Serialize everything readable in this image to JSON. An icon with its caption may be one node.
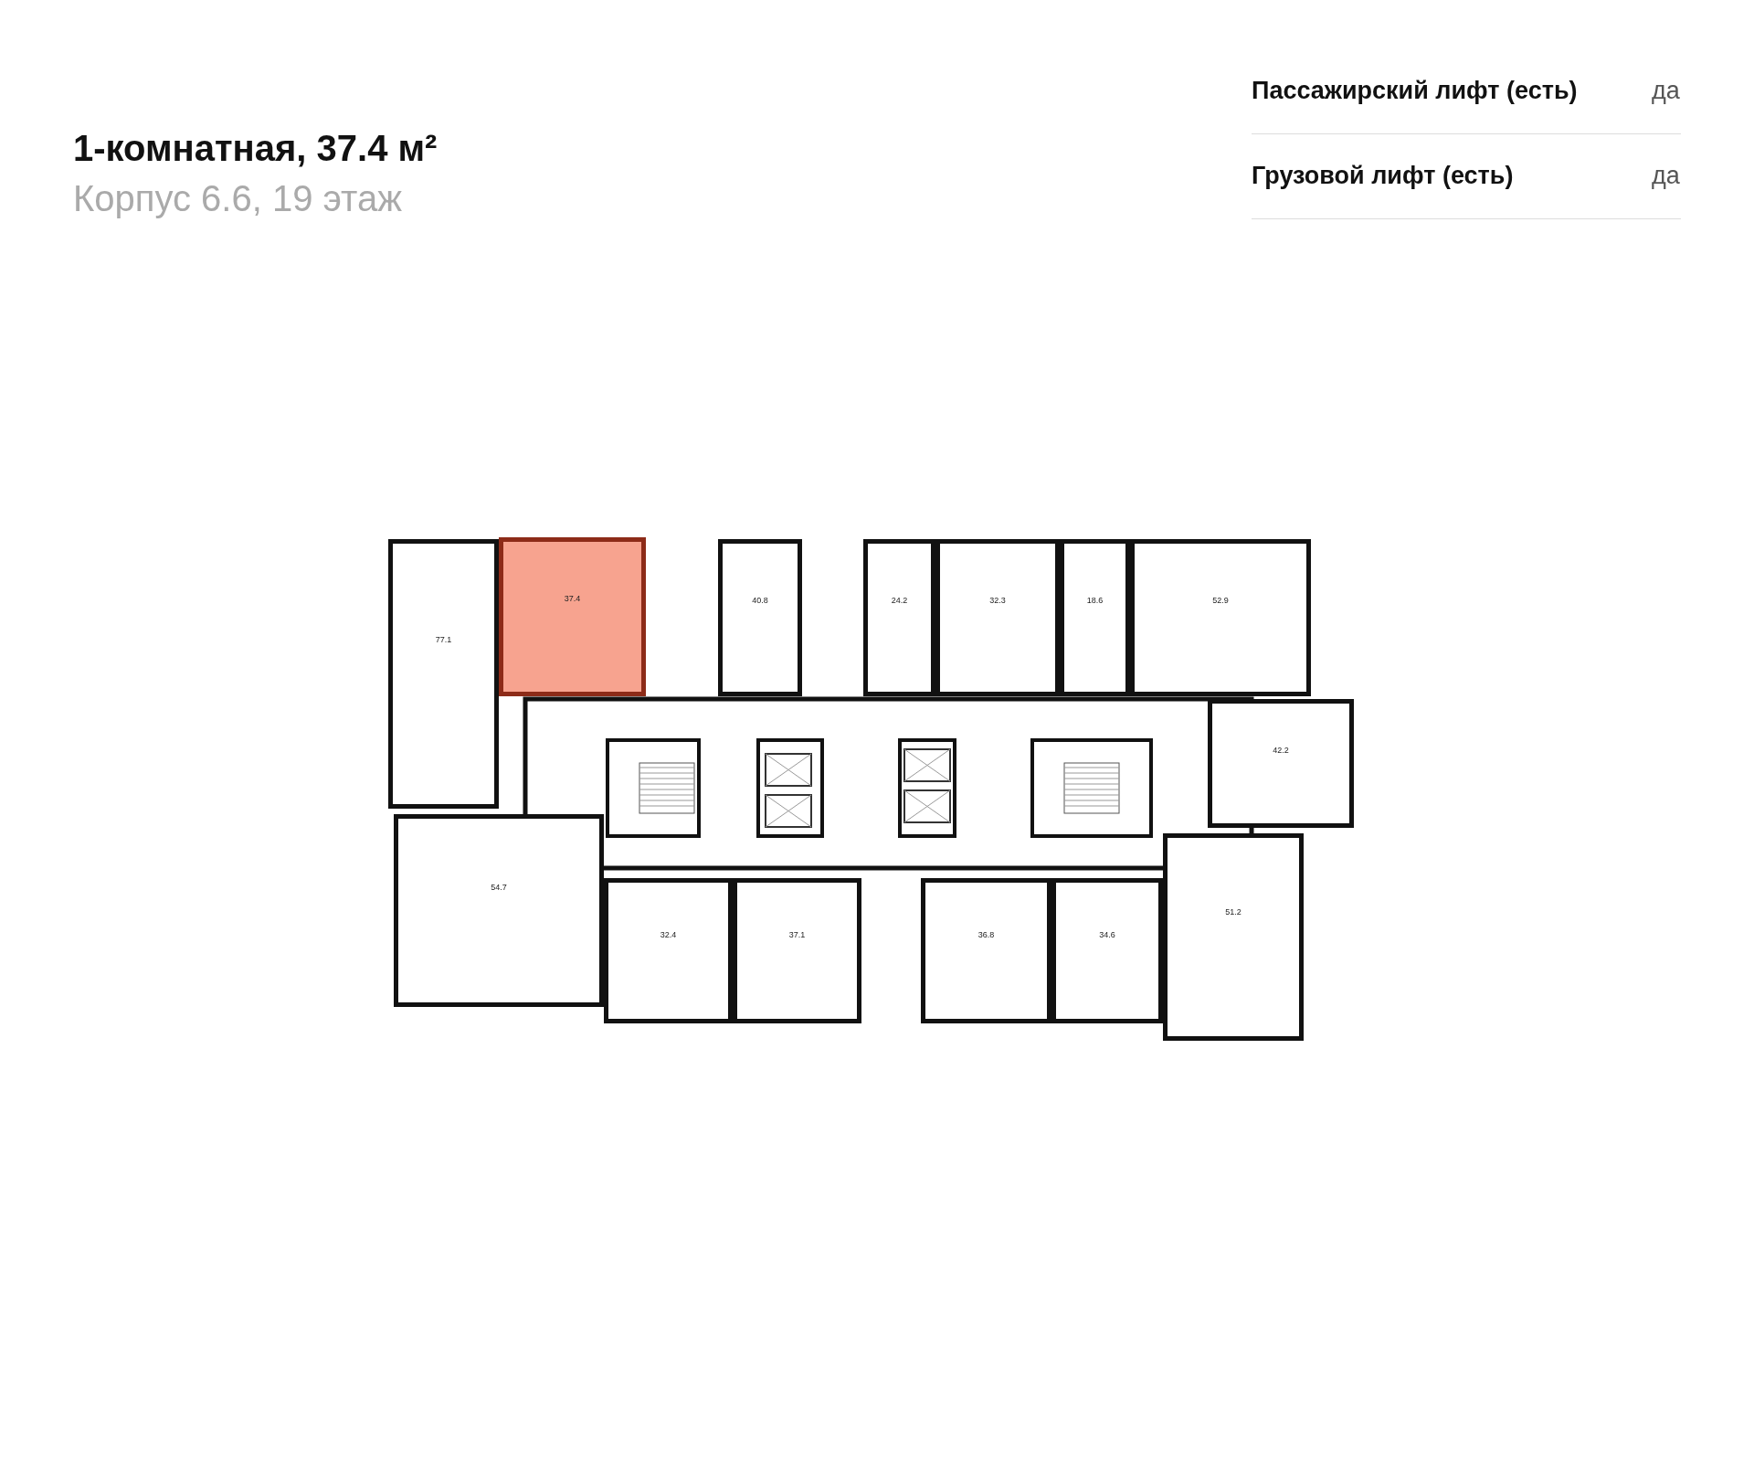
{
  "diagram": {
    "title": "1-комнатная, 37.4 м²",
    "nodes": [
      {
        "text": [
          "77.1"
        ]
      },
      {
        "text": [
          "37.4"
        ]
      },
      {
        "text": [
          "40.8"
        ]
      },
      {
        "text": [
          "24.2"
        ]
      },
      {
        "text": [
          "32.3"
        ]
      },
      {
        "text": [
          "18.6"
        ]
      },
      {
        "text": [
          "52.9"
        ]
      },
      {
        "text": [
          "42.2"
        ]
      },
      {
        "text": [
          "54.7"
        ]
      },
      {
        "text": [
          "32.4"
        ]
      },
      {
        "text": [
          "37.1"
        ]
      },
      {
        "text": [
          "36.8"
        ]
      },
      {
        "text": [
          "34.6"
        ]
      },
      {
        "text": [
          "51.2"
        ]
      }
    ],
    "labels": [
      "Корпус 6.6, 19 этаж",
      "Пассажирский лифт (есть)",
      "да",
      "Грузовой лифт (есть)",
      "да"
    ]
  }
}
